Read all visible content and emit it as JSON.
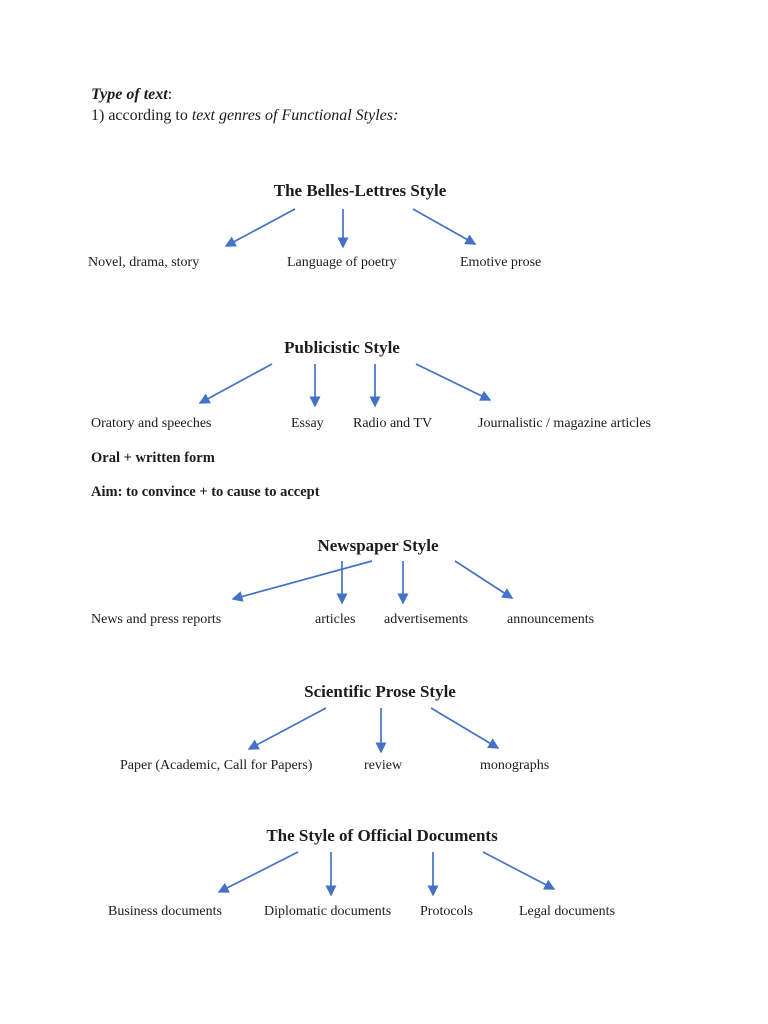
{
  "page": {
    "header": {
      "title_emphasis": "Type of text",
      "title_colon": ":",
      "line2_prefix": "1) according to ",
      "line2_italic": "text genres of Functional Styles:"
    },
    "sections": [
      {
        "title": "The Belles-Lettres Style",
        "children": [
          "Novel, drama, story",
          "Language of poetry",
          "Emotive prose"
        ]
      },
      {
        "title": "Publicistic Style",
        "children": [
          "Oratory and speeches",
          "Essay",
          "Radio and TV",
          "Journalistic / magazine articles"
        ],
        "notes": [
          "Oral + written form",
          "Aim: to convince + to cause to accept"
        ]
      },
      {
        "title": "Newspaper Style",
        "children": [
          "News and press reports",
          "articles",
          "advertisements",
          "announcements"
        ]
      },
      {
        "title": "Scientific Prose Style",
        "children": [
          "Paper (Academic, Call for Papers)",
          "review",
          "monographs"
        ]
      },
      {
        "title": "The Style of Official Documents",
        "children": [
          "Business documents",
          "Diplomatic documents",
          "Protocols",
          "Legal documents"
        ]
      }
    ],
    "icons": {
      "connector": "blue-arrow-icon",
      "connector_head": "filled-triangle"
    },
    "colors": {
      "arrow": "#4472c4",
      "text": "#1c1c1c",
      "background": "#ffffff"
    }
  }
}
